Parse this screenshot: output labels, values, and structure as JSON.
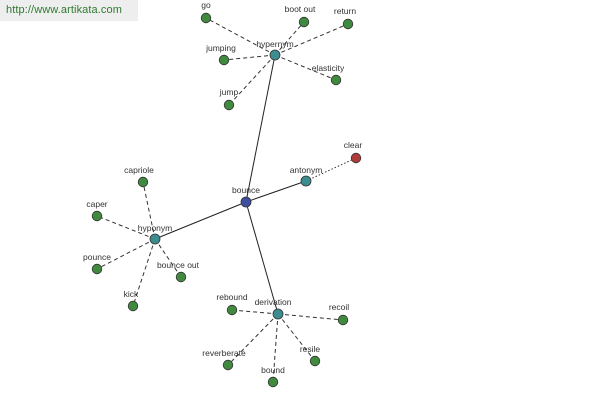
{
  "watermark": {
    "text": "http://www.artikata.com"
  },
  "colors": {
    "hub": "#3b8d8f",
    "center": "#3c4fa0",
    "leaf": "#3f8a3f",
    "antonym_target": "#b03a3a",
    "edge": "#222222",
    "dashed": "#333333"
  },
  "graph": {
    "center": {
      "label": "bounce"
    },
    "hubs": {
      "hypernym": {
        "label": "hypernym"
      },
      "antonym": {
        "label": "antonym"
      },
      "hyponym": {
        "label": "hyponym"
      },
      "derivation": {
        "label": "derivation"
      }
    },
    "leaves": {
      "hypernym": [
        "go",
        "boot out",
        "return",
        "jumping",
        "elasticity",
        "jump"
      ],
      "antonym": [
        "clear"
      ],
      "hyponym": [
        "capriole",
        "caper",
        "pounce",
        "bounce out",
        "kick"
      ],
      "derivation": [
        "rebound",
        "recoil",
        "reverberate",
        "resile",
        "bound"
      ]
    }
  }
}
